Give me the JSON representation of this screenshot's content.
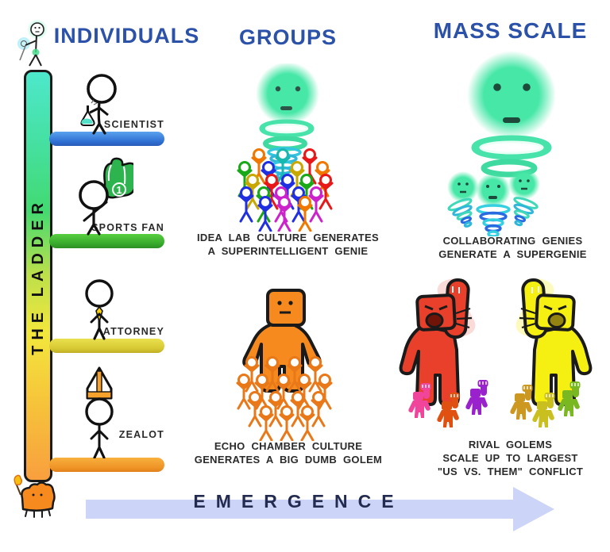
{
  "headers": {
    "individuals": "INDIVIDUALS",
    "groups": "GROUPS",
    "mass_scale": "MASS SCALE"
  },
  "ladder": {
    "title": "THE LADDER",
    "rungs": [
      {
        "label": "SCIENTIST",
        "color": "#2e6fd2"
      },
      {
        "label": "SPORTS FAN",
        "color": "#36a82c"
      },
      {
        "label": "ATTORNEY",
        "color": "#d6c832"
      },
      {
        "label": "ZEALOT",
        "color": "#ef9426"
      }
    ],
    "gradient": [
      "#4de8cb",
      "#42da71",
      "#f2e73c",
      "#f89f3e"
    ],
    "top_figure_icon": "mini-genie-icon",
    "bottom_figure_icon": "mini-golem-icon"
  },
  "figures": {
    "foam_finger_label": "1"
  },
  "groups_column": {
    "genie_caption": [
      "IDEA LAB CULTURE GENERATES",
      "A SUPERINTELLIGENT GENIE"
    ],
    "golem_caption": [
      "ECHO CHAMBER CULTURE",
      "GENERATES A BIG DUMB GOLEM"
    ]
  },
  "mass_scale_column": {
    "genie_caption": [
      "COLLABORATING GENIES",
      "GENERATE A SUPERGENIE"
    ],
    "golem_caption": [
      "RIVAL GOLEMS",
      "SCALE UP TO LARGEST",
      "\"US VS. THEM\" CONFLICT"
    ]
  },
  "emergence": {
    "label": "EMERGENCE",
    "arrow_color": "#ccd4f7",
    "text_color": "#232c50"
  },
  "colors": {
    "header_text": "#2b52a8",
    "caption_text": "#2a2a2a",
    "genie_green": "#46e7a7",
    "swirl_cyan": "#34c6de",
    "golem_orange": "#f68a1e",
    "rival_red": "#e8402a",
    "rival_yellow": "#f6ef12",
    "mini_golems_left": [
      "#f0459a",
      "#e05010",
      "#9a22cc"
    ],
    "mini_golems_right": [
      "#cc9820",
      "#c9c020",
      "#7ab822"
    ],
    "crowd_palette": [
      "#e81818",
      "#2030e0",
      "#18a818",
      "#f07800",
      "#cc22cc",
      "#c8a800",
      "#18b8b0"
    ]
  }
}
